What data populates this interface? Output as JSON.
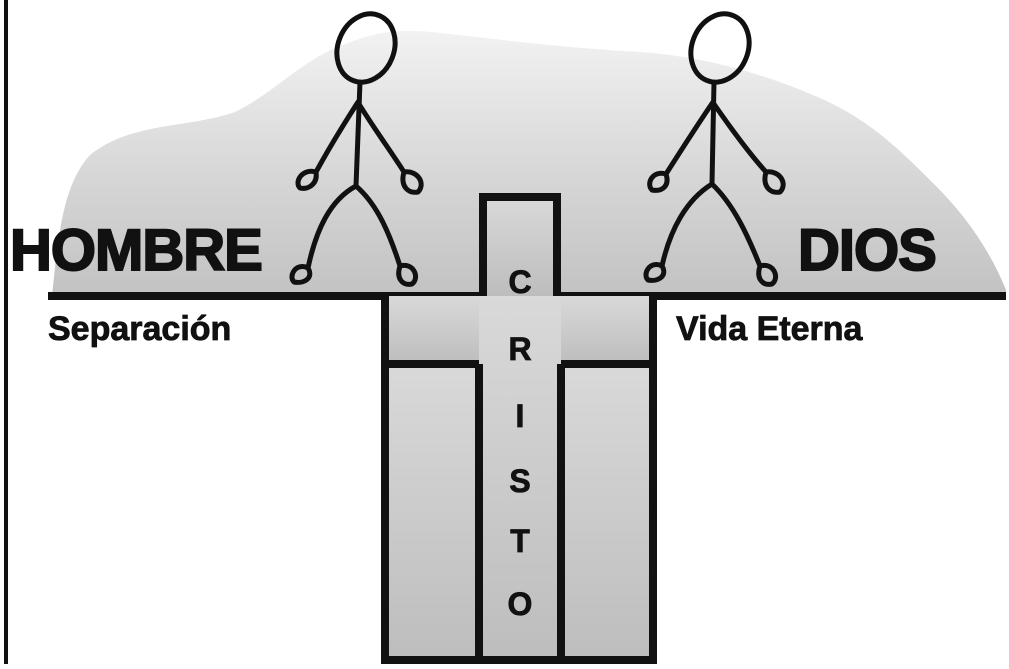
{
  "left_label": "HOMBRE",
  "left_sublabel": "Separación",
  "right_label": "DIOS",
  "right_sublabel": "Vida Eterna",
  "cross_letters": [
    "C",
    "R",
    "I",
    "S",
    "T",
    "O"
  ],
  "colors": {
    "ink": "#111111",
    "mountain": "#d6d6d6",
    "cross_fill": "#c9c9c9"
  }
}
